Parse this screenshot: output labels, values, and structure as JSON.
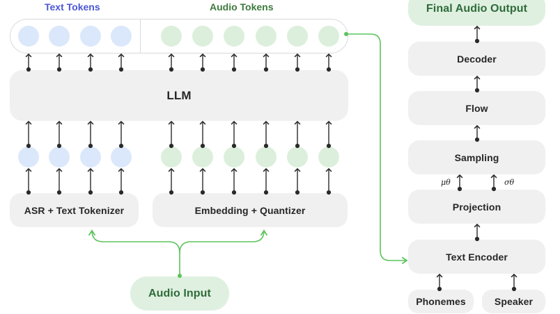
{
  "headers": {
    "text_tokens": "Text Tokens",
    "audio_tokens": "Audio Tokens",
    "final_output": "Final Audio Output"
  },
  "llm": {
    "label": "LLM"
  },
  "encoders": {
    "asr": "ASR + Text Tokenizer",
    "embedding": "Embedding + Quantizer"
  },
  "input": {
    "label": "Audio Input"
  },
  "pipeline": {
    "decoder": "Decoder",
    "flow": "Flow",
    "sampling": "Sampling",
    "projection": "Projection",
    "text_encoder": "Text Encoder",
    "phonemes": "Phonemes",
    "speaker": "Speaker",
    "mu": "μθ",
    "sigma": "σθ"
  },
  "colors": {
    "text_token": "#dbe8fb",
    "audio_token": "#dcefdc",
    "text_header": "#4a56d6",
    "audio_header": "#3d7a3d",
    "connector": "#5cc35c",
    "box": "#f0f0f0"
  }
}
